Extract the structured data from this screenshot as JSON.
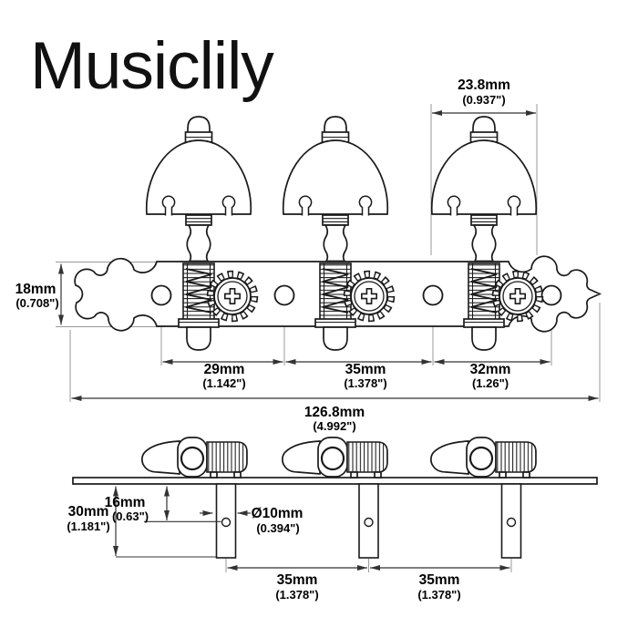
{
  "brand": "Musiclily",
  "colors": {
    "background": "#ffffff",
    "drawing_line": "#1a1a1a",
    "dimension_line": "#333333",
    "extension_line": "#999999",
    "text": "#000000"
  },
  "top_view": {
    "dim_button_width": {
      "mm": "23.8mm",
      "in": "(0.937\")"
    },
    "dim_plate_height": {
      "mm": "18mm",
      "in": "(0.708\")"
    },
    "dim_spacing_a": {
      "mm": "29mm",
      "in": "(1.142\")"
    },
    "dim_spacing_b": {
      "mm": "35mm",
      "in": "(1.378\")"
    },
    "dim_spacing_c": {
      "mm": "32mm",
      "in": "(1.26\")"
    },
    "dim_total_length": {
      "mm": "126.8mm",
      "in": "(4.992\")"
    }
  },
  "side_view": {
    "dim_post_length": {
      "mm": "30mm",
      "in": "(1.181\")"
    },
    "dim_hole_offset": {
      "mm": "16mm",
      "in": "(0.63\")"
    },
    "dim_post_diameter": {
      "mm": "Ø10mm",
      "in": "(0.394\")"
    },
    "dim_post_spacing_a": {
      "mm": "35mm",
      "in": "(1.378\")"
    },
    "dim_post_spacing_b": {
      "mm": "35mm",
      "in": "(1.378\")"
    }
  }
}
